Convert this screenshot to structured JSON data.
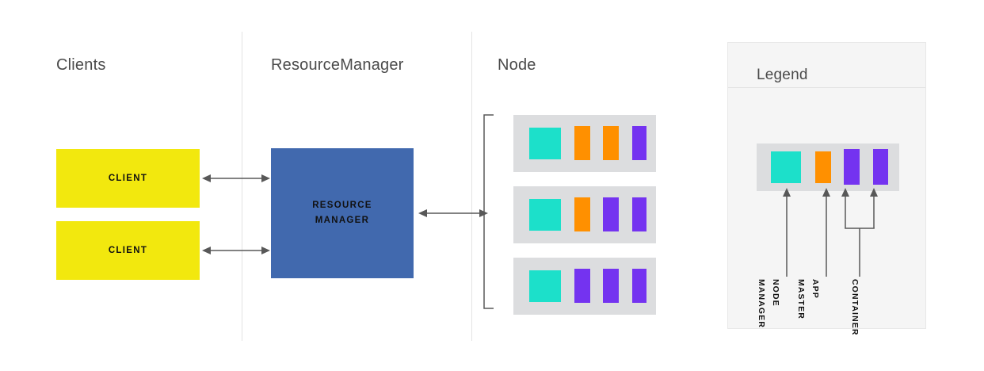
{
  "columns": [
    {
      "title": "Clients"
    },
    {
      "title": "ResourceManager"
    },
    {
      "title": "Node"
    }
  ],
  "clients": [
    {
      "label": "CLIENT"
    },
    {
      "label": "CLIENT"
    }
  ],
  "resource_manager": {
    "line1": "RESOURCE",
    "line2": "MANAGER"
  },
  "nodes": {
    "rows": [
      {
        "cells": [
          {
            "type": "node-manager",
            "color": "#1ce0ca"
          },
          {
            "type": "app-master",
            "color": "#ff9000"
          },
          {
            "type": "app-master",
            "color": "#ff9000"
          },
          {
            "type": "container",
            "color": "#7433f0"
          }
        ]
      },
      {
        "cells": [
          {
            "type": "node-manager",
            "color": "#1ce0ca"
          },
          {
            "type": "app-master",
            "color": "#ff9000"
          },
          {
            "type": "container",
            "color": "#7433f0"
          },
          {
            "type": "container",
            "color": "#7433f0"
          }
        ]
      },
      {
        "cells": [
          {
            "type": "node-manager",
            "color": "#1ce0ca"
          },
          {
            "type": "container",
            "color": "#7433f0"
          },
          {
            "type": "container",
            "color": "#7433f0"
          },
          {
            "type": "container",
            "color": "#7433f0"
          }
        ]
      }
    ],
    "row_background": "#dcdddf"
  },
  "legend": {
    "title": "Legend",
    "swatches": [
      {
        "color": "#1ce0ca",
        "label_line1": "NODE",
        "label_line2": "MANAGER"
      },
      {
        "color": "#ff9000",
        "label_line1": "APP",
        "label_line2": "MASTER"
      },
      {
        "color": "#7433f0",
        "label_line1": "CONTAINER",
        "label_line2": ""
      },
      {
        "color": "#7433f0",
        "label_line1": "",
        "label_line2": ""
      }
    ],
    "labels": {
      "node_manager_top": "NODE",
      "node_manager_bottom": "MANAGER",
      "app_master_top": "APP",
      "app_master_bottom": "MASTER",
      "container": "CONTAINER"
    }
  },
  "palette": {
    "client_yellow": "#f2e80e",
    "rm_blue": "#4169ae",
    "node_bg": "#dcdddf",
    "teal": "#1ce0ca",
    "orange": "#ff9000",
    "purple": "#7433f0",
    "panel_bg": "#f5f5f5",
    "divider": "#e3e3e3",
    "arrow": "#585858",
    "text_muted": "#4a4a4a"
  }
}
